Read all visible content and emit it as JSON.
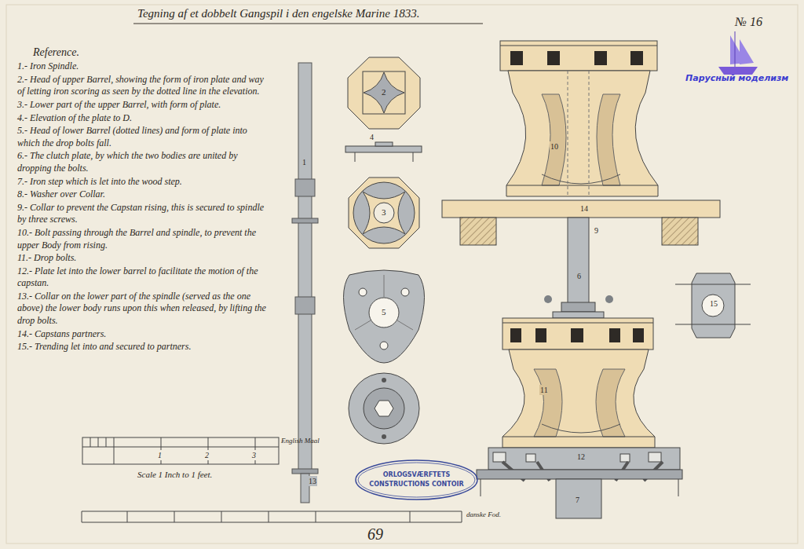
{
  "diagram": {
    "title": "Tegning af et dobbelt Gangspil i den engelske Marine 1833.",
    "nodes": [
      {
        "text": [
          "ORLOGSVÆRFTETS",
          "CONSTRUCTIONS CONTOIR"
        ]
      }
    ],
    "labels": [
      "№ 16",
      "Парусный моделизм",
      "Reference.",
      "1.- Iron Spindle.",
      "2.- Head of upper Barrel, showing the form of iron plate and way of letting iron scoring as seen by the dotted line in the elevation.",
      "3.- Lower part of the upper Barrel, with form of plate.",
      "4.- Elevation of the plate to D.",
      "5.- Head of lower Barrel (dotted lines) and form of plate into which the drop bolts fall.",
      "6.- The clutch plate, by which the two bodies are united by dropping the bolts.",
      "7.- Iron step which is let into the wood step.",
      "8.- Washer over Collar.",
      "9.- Collar to prevent the Capstan rising, this is secured to spindle by three screws.",
      "10.- Bolt passing through the Barrel and spindle, to prevent the upper Body from rising.",
      "11.- Drop bolts.",
      "12.- Plate let into the lower barrel to facilitate the motion of the capstan.",
      "13.- Collar on the lower part of the spindle (served as the one above) the lower body runs upon this when released, by lifting the drop bolts.",
      "14.- Capstans partners.",
      "15.- Trending let into and secured to partners.",
      "English Maal",
      "1",
      "2",
      "3",
      "Scale 1 Inch to 1 feet.",
      "danske Fod.",
      "69",
      "1",
      "2",
      "4",
      "3",
      "5",
      "14",
      "10",
      "9",
      "6",
      "15",
      "11",
      "12",
      "7",
      "13"
    ]
  }
}
